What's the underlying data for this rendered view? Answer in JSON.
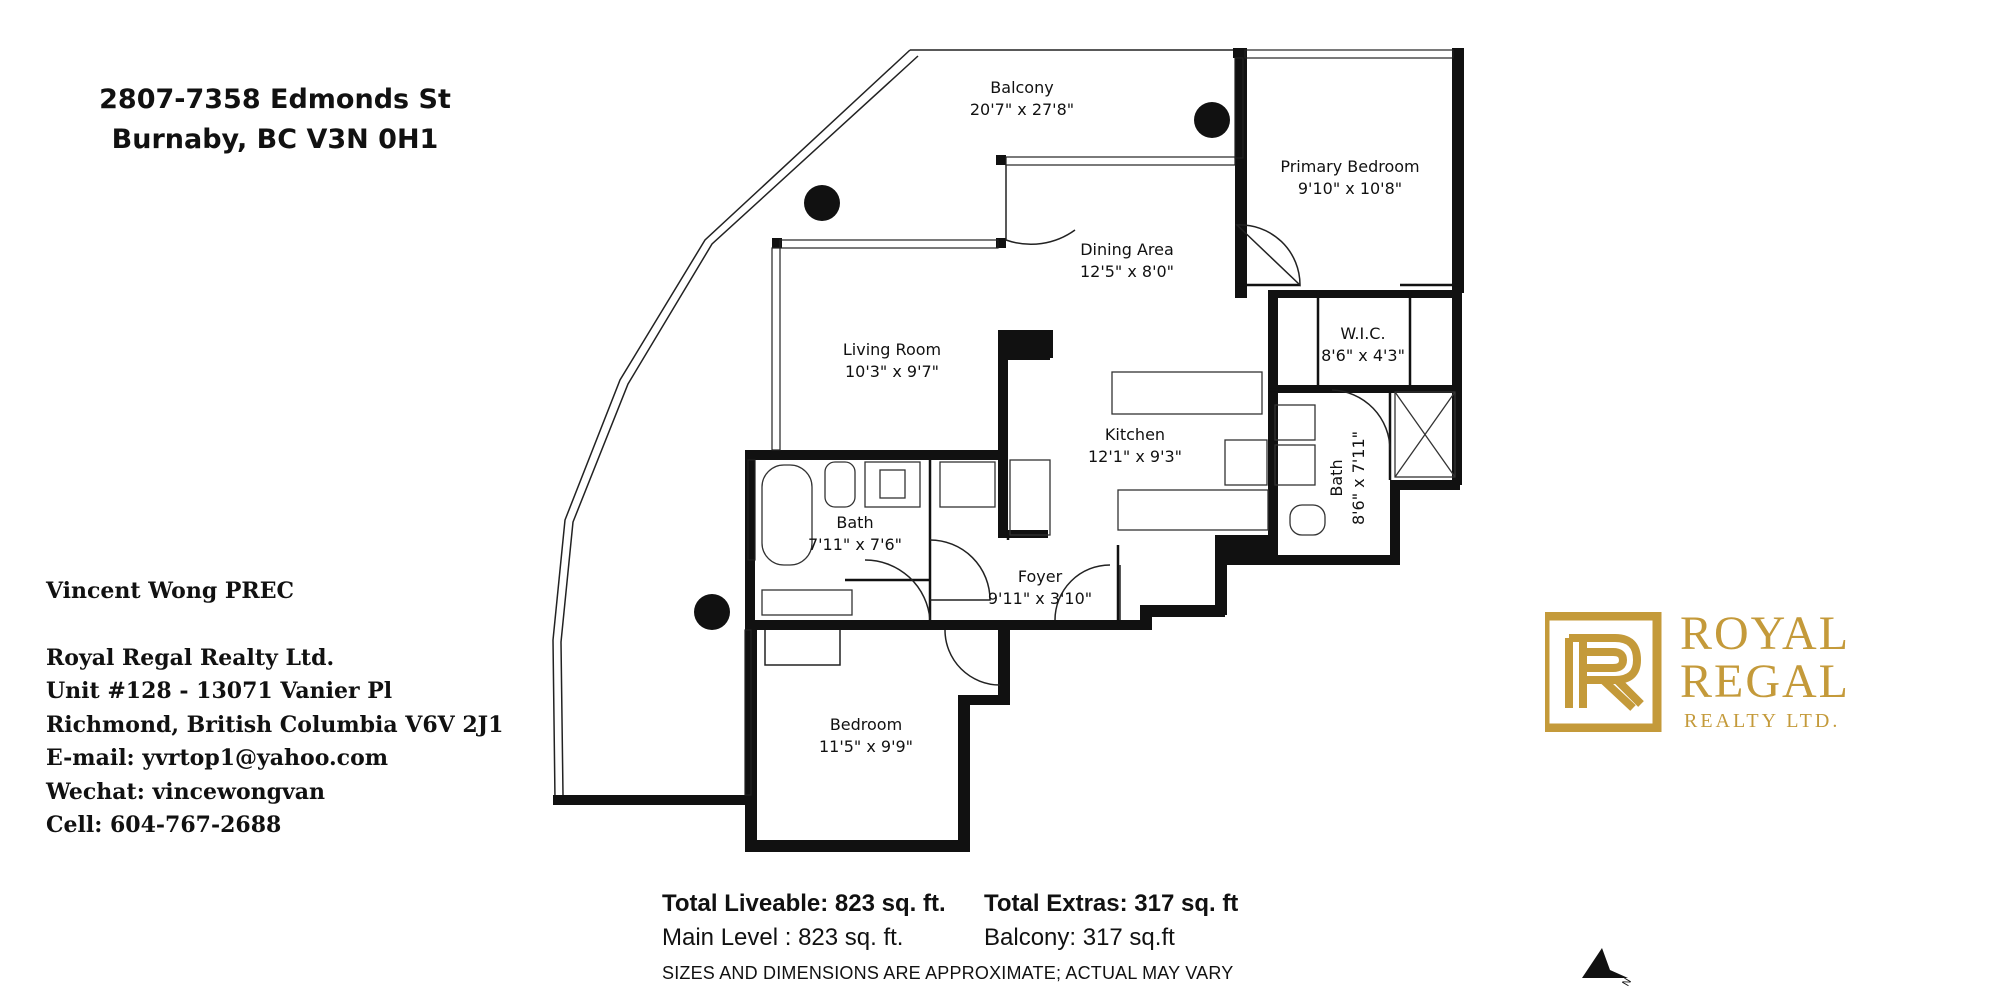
{
  "address": {
    "line1": "2807-7358 Edmonds St",
    "line2": "Burnaby, BC V3N 0H1"
  },
  "agent": {
    "name": "Vincent Wong PREC",
    "company": "Royal Regal Realty Ltd.",
    "unit": "Unit #128 - 13071 Vanier Pl",
    "city": "Richmond, British Columbia V6V 2J1",
    "email": "E-mail: yvrtop1@yahoo.com",
    "wechat": "Wechat: vincewongvan",
    "cell": "Cell: 604-767-2688"
  },
  "rooms": {
    "balcony": {
      "name": "Balcony",
      "size": "20'7\" x 27'8\""
    },
    "primary_bedroom": {
      "name": "Primary Bedroom",
      "size": "9'10\" x 10'8\""
    },
    "dining": {
      "name": "Dining Area",
      "size": "12'5\" x 8'0\""
    },
    "living": {
      "name": "Living Room",
      "size": "10'3\" x 9'7\""
    },
    "wic": {
      "name": "W.I.C.",
      "size": "8'6\" x 4'3\""
    },
    "kitchen": {
      "name": "Kitchen",
      "size": "12'1\" x 9'3\""
    },
    "bath1": {
      "name": "Bath",
      "size": "7'11\" x 7'6\""
    },
    "bath2": {
      "name": "Bath",
      "size": "8'6\" x 7'11\""
    },
    "foyer": {
      "name": "Foyer",
      "size": "9'11\" x 3'10\""
    },
    "bedroom": {
      "name": "Bedroom",
      "size": "11'5\" x 9'9\""
    }
  },
  "totals": {
    "liveable": "Total Liveable: 823 sq. ft.",
    "extras": "Total Extras: 317 sq. ft",
    "main_level": "Main Level : 823 sq. ft.",
    "balcony": "Balcony: 317 sq.ft",
    "disclaimer": "SIZES AND DIMENSIONS ARE APPROXIMATE; ACTUAL MAY VARY"
  },
  "logo": {
    "line1": "ROYAL",
    "line2": "REGAL",
    "line3": "REALTY LTD.",
    "color": "#c49a3a"
  },
  "compass": {
    "label": "N"
  }
}
